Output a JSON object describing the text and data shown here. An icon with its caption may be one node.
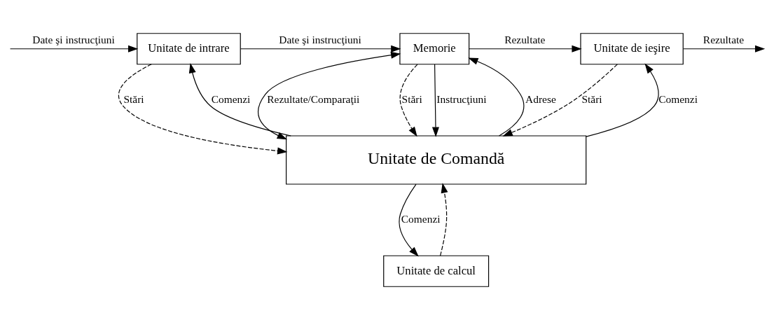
{
  "diagram": {
    "nodes": [
      {
        "text": [
          "Unitate de intrare"
        ]
      },
      {
        "text": [
          "Memorie"
        ]
      },
      {
        "text": [
          "Unitate de ieşire"
        ]
      },
      {
        "text": [
          "Unitate de calcul"
        ]
      },
      {
        "text": [
          "Unitate de Comandă"
        ]
      }
    ],
    "edges": [
      {
        "from": null,
        "to": 0,
        "arrow": "to",
        "label": "Date şi instrucţiuni"
      },
      {
        "from": 0,
        "to": 1,
        "arrow": "to",
        "label": "Date şi instrucţiuni"
      },
      {
        "from": 1,
        "to": 2,
        "arrow": "to",
        "label": "Rezultate"
      },
      {
        "from": 2,
        "to": null,
        "arrow": "to",
        "label": "Rezultate"
      },
      {
        "from": 0,
        "to": 4,
        "arrow": "to",
        "label": "Stări",
        "style": "dashed"
      },
      {
        "from": 4,
        "to": 0,
        "arrow": "to",
        "label": "Comenzi"
      },
      {
        "from": 4,
        "to": 3,
        "arrow": "to",
        "label": "Comenzi"
      },
      {
        "from": 3,
        "to": 4,
        "arrow": "to",
        "style": "dashed"
      },
      {
        "from": 1,
        "to": 4,
        "arrow": "both",
        "label": "Rezultate/Comparaţii"
      },
      {
        "from": 4,
        "to": 1,
        "arrow": "to",
        "label": "Adrese"
      },
      {
        "from": 1,
        "to": 4,
        "arrow": "to",
        "label": "Stări",
        "style": "dashed"
      },
      {
        "from": 1,
        "to": 4,
        "arrow": "to",
        "label": "Instrucţiuni"
      },
      {
        "from": 4,
        "to": 2,
        "arrow": "to",
        "label": "Comenzi"
      },
      {
        "from": 2,
        "to": 4,
        "arrow": "to",
        "label": "Stări",
        "style": "dashed"
      }
    ]
  }
}
